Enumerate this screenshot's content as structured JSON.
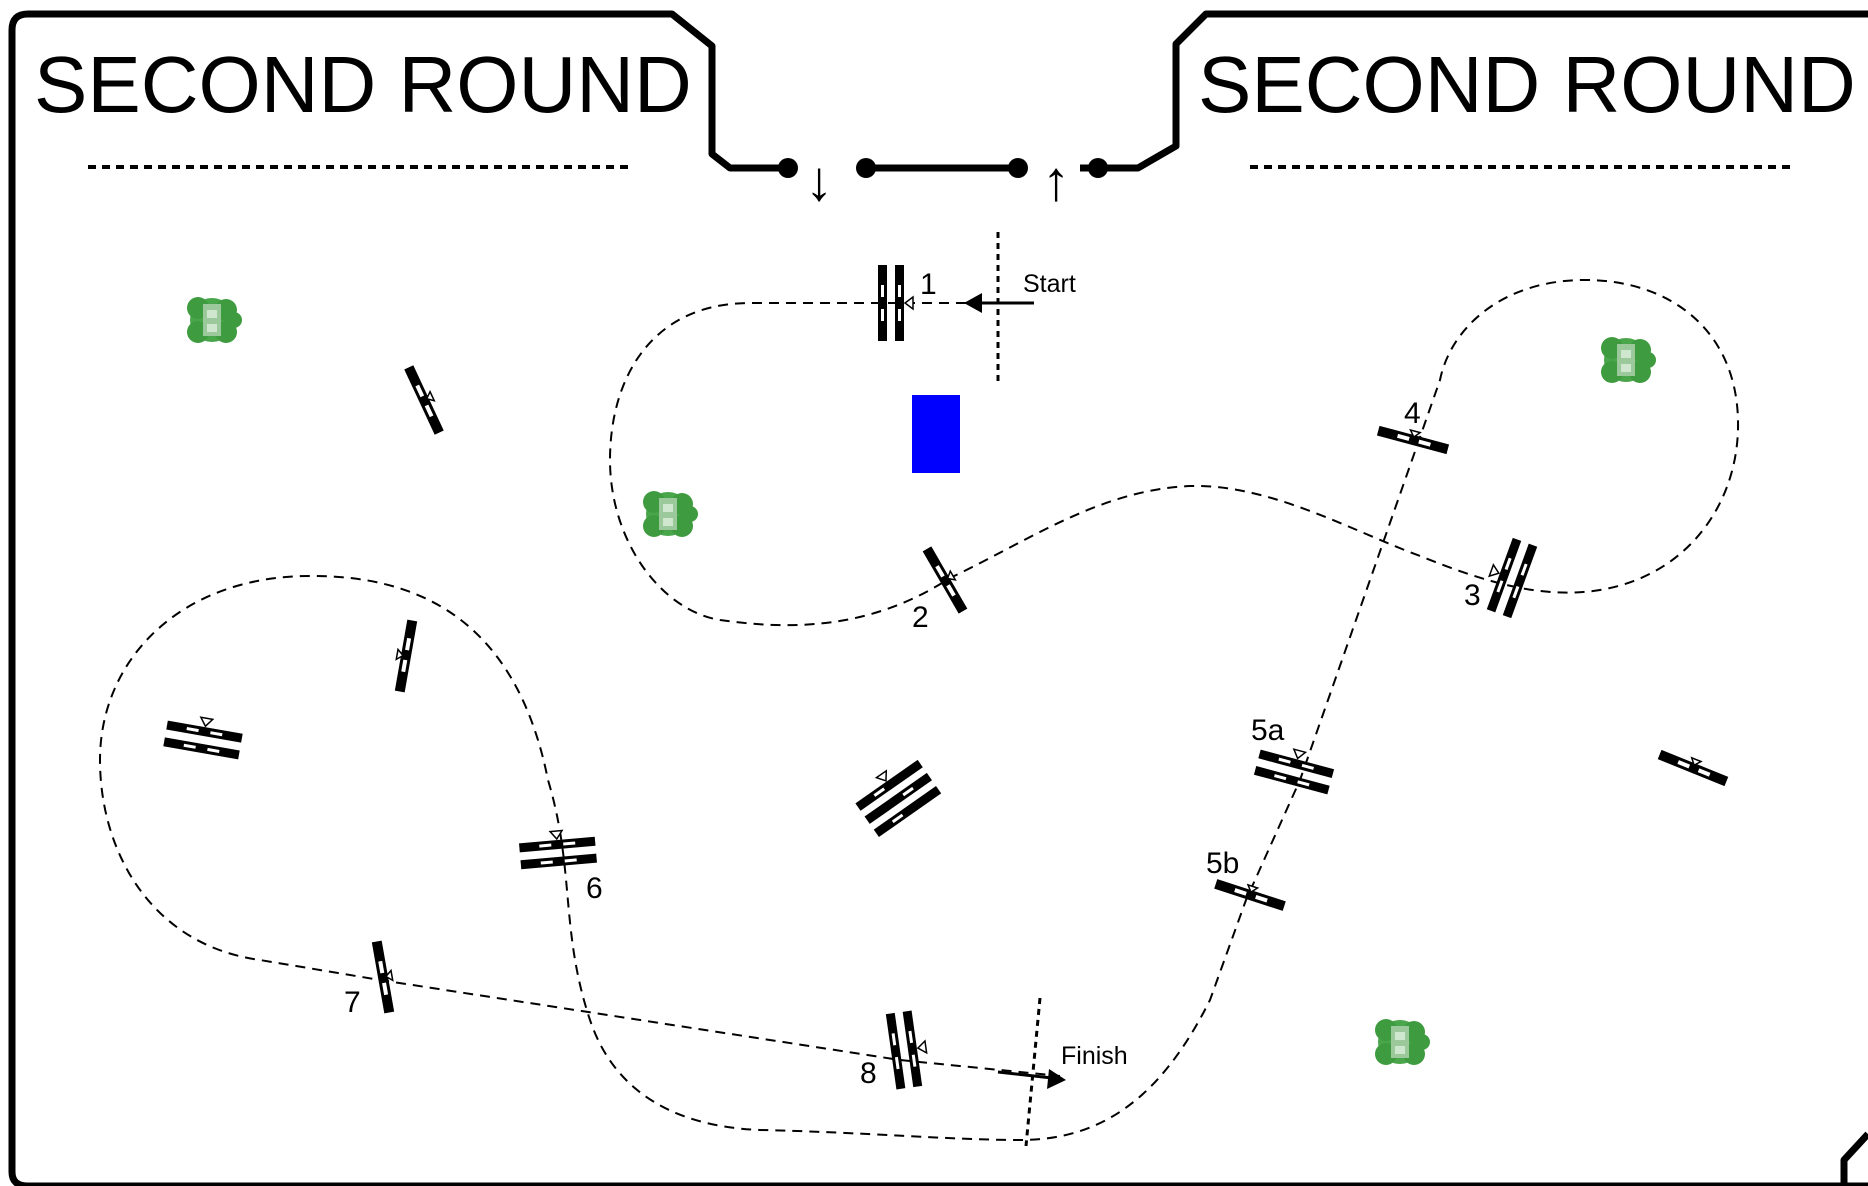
{
  "course": {
    "title_left": "SECOND ROUND",
    "title_right": "SECOND ROUND",
    "start_label": "Start",
    "finish_label": "Finish",
    "arrow_down": "↓",
    "arrow_up": "↑",
    "jump_numbers": [
      "1",
      "2",
      "3",
      "4",
      "5a",
      "5b",
      "6",
      "7",
      "8"
    ],
    "colors": {
      "arena_border": "#000000",
      "water_tray": "#0000ff",
      "tree": "#3f9b3f",
      "course_line": "#000000"
    }
  }
}
